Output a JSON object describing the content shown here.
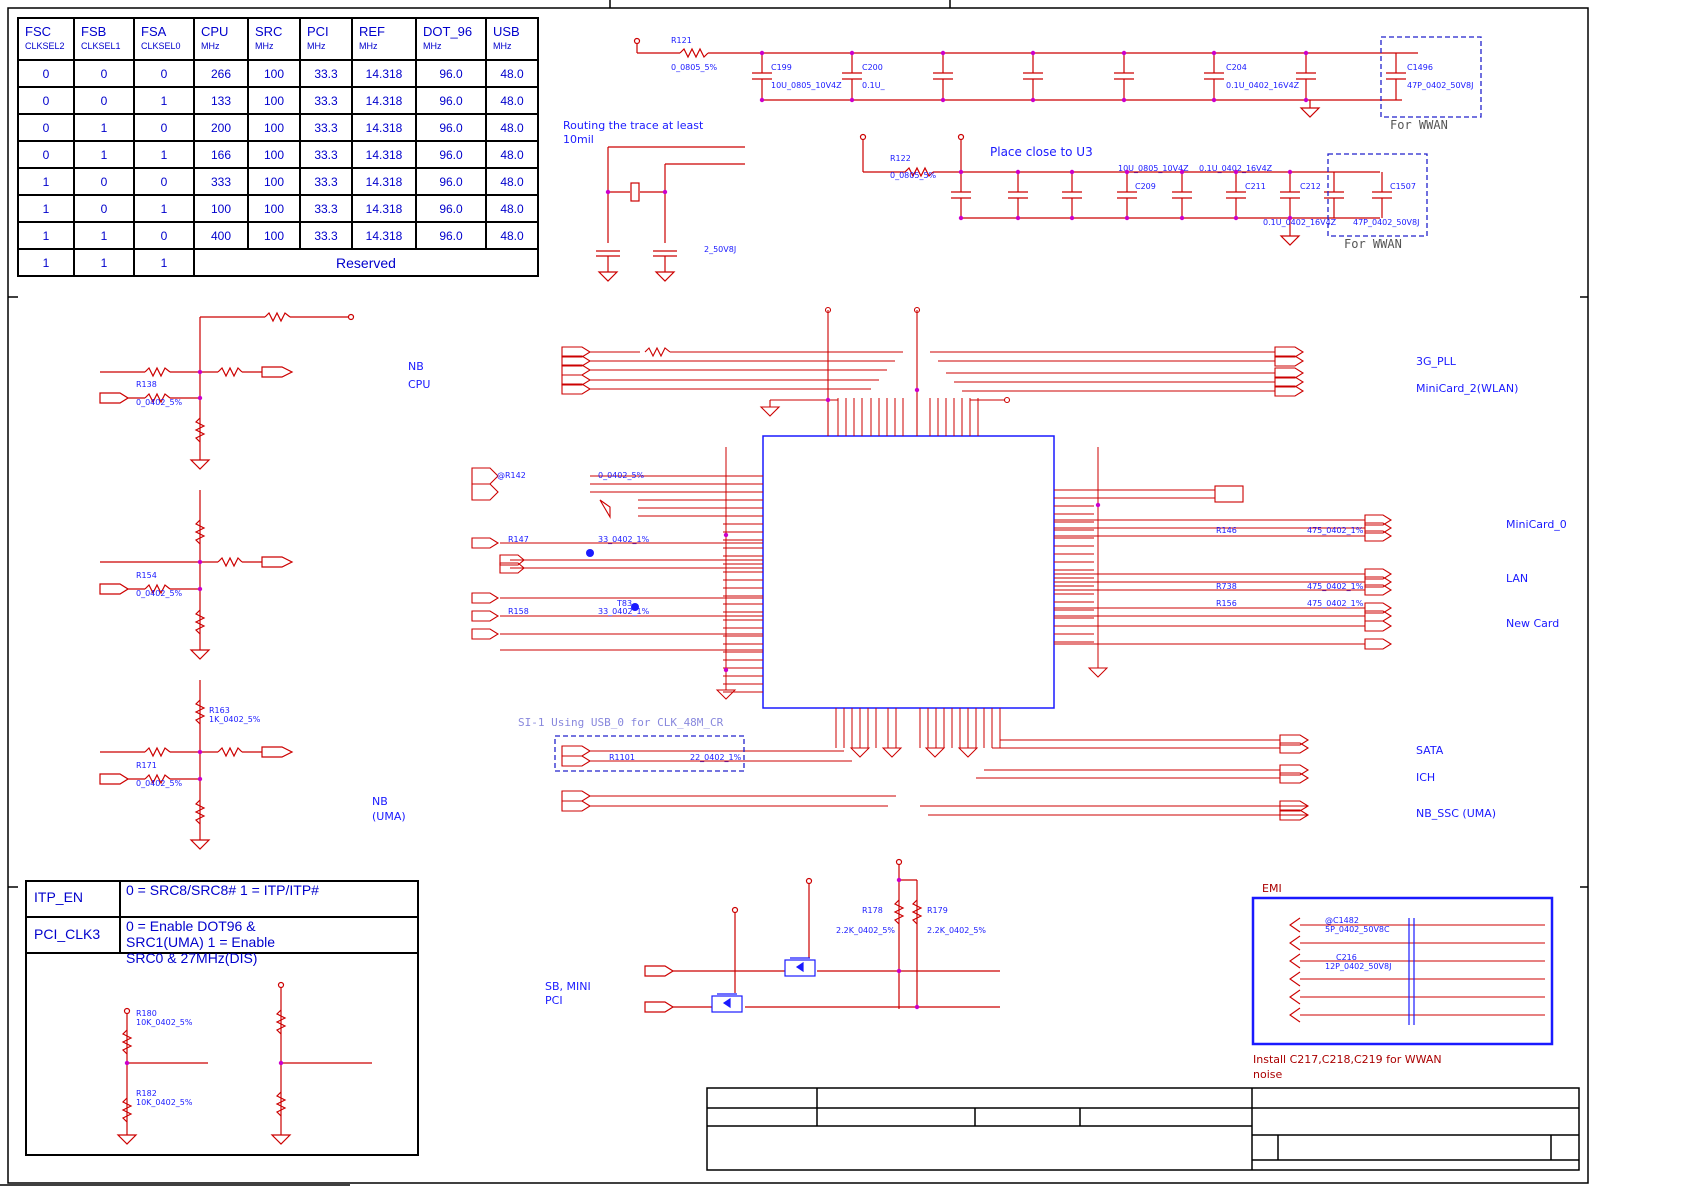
{
  "freq_table": {
    "headers": [
      {
        "main": "FSC",
        "sub": "CLKSEL2"
      },
      {
        "main": "FSB",
        "sub": "CLKSEL1"
      },
      {
        "main": "FSA",
        "sub": "CLKSEL0"
      },
      {
        "main": "CPU",
        "sub": "MHz"
      },
      {
        "main": "SRC",
        "sub": "MHz"
      },
      {
        "main": "PCI",
        "sub": "MHz"
      },
      {
        "main": "REF",
        "sub": "MHz"
      },
      {
        "main": "DOT_96",
        "sub": "MHz"
      },
      {
        "main": "USB",
        "sub": "MHz"
      }
    ],
    "rows": [
      [
        "0",
        "0",
        "0",
        "266",
        "100",
        "33.3",
        "14.318",
        "96.0",
        "48.0"
      ],
      [
        "0",
        "0",
        "1",
        "133",
        "100",
        "33.3",
        "14.318",
        "96.0",
        "48.0"
      ],
      [
        "0",
        "1",
        "0",
        "200",
        "100",
        "33.3",
        "14.318",
        "96.0",
        "48.0"
      ],
      [
        "0",
        "1",
        "1",
        "166",
        "100",
        "33.3",
        "14.318",
        "96.0",
        "48.0"
      ],
      [
        "1",
        "0",
        "0",
        "333",
        "100",
        "33.3",
        "14.318",
        "96.0",
        "48.0"
      ],
      [
        "1",
        "0",
        "1",
        "100",
        "100",
        "33.3",
        "14.318",
        "96.0",
        "48.0"
      ],
      [
        "1",
        "1",
        "0",
        "400",
        "100",
        "33.3",
        "14.318",
        "96.0",
        "48.0"
      ]
    ],
    "last_row": {
      "fsc": "1",
      "fsb": "1",
      "fsa": "1",
      "reserved": "Reserved"
    }
  },
  "itp_table": {
    "rows": [
      {
        "name": "ITP_EN",
        "value": "0 = SRC8/SRC8# 1 = ITP/ITP#"
      },
      {
        "name": "PCI_CLK3",
        "value": "0 = Enable DOT96 & SRC1(UMA) 1 = Enable SRC0 & 27MHz(DIS)"
      }
    ]
  },
  "labels": {
    "routing_note": "Routing the trace at least 10mil",
    "place_close": "Place close to U3",
    "for_wwan_1": "For WWAN",
    "for_wwan_2": "For WWAN",
    "si_note": "SI-1 Using USB_0 for CLK_48M_CR",
    "emi": "EMI",
    "emi_note": "Install C217,C218,C219 for WWAN noise",
    "nb_cpu_1": "NB",
    "nb_cpu_2": "CPU",
    "nb_uma_1": "NB",
    "nb_uma_2": "(UMA)",
    "sb_mini_1": "SB, MINI",
    "sb_mini_2": "PCI",
    "pll_3g": "3G_PLL",
    "minicard2": "MiniCard_2(WLAN)",
    "minicard0": "MiniCard_0",
    "lan": "LAN",
    "newcard": "New Card",
    "sata": "SATA",
    "ich": "ICH",
    "nb_ssc": "NB_SSC (UMA)"
  },
  "refdes": {
    "r121": "R121",
    "r121_val": "0_0805_5%",
    "c199": "C199",
    "c199_val": "10U_0805_10V4Z",
    "c200": "C200",
    "c200_val": "0.1U_",
    "c204": "C204",
    "c204_val": "0.1U_0402_16V4Z",
    "c1496": "C1496",
    "c1496_val": "47P_0402_50V8J",
    "r122": "R122",
    "r122_val": "0_0805_5%",
    "c209": "C209",
    "c209_val": "10U_0805_10V4Z",
    "c211": "C211",
    "c211_val": "0.1U_0402_16V4Z",
    "c212": "C212",
    "c212_val": "0.1U_0402_16V4Z",
    "c1507": "C1507",
    "c1507_val": "47P_0402_50V8J",
    "xtal_val": "2_50V8J",
    "r138": "R138",
    "r138_val": "0_0402_5%",
    "r154": "R154",
    "r154_val": "0_0402_5%",
    "r163": "R163",
    "r163_val": "1K_0402_5%",
    "r171": "R171",
    "r171_val": "0_0402_5%",
    "r142": "@R142",
    "r142_val": "0_0402_5%",
    "r147": "R147",
    "r147_val": "33_0402_1%",
    "t83": "T83",
    "r158": "R158",
    "r158_val": "33_0402_1%",
    "r146": "R146",
    "r146_val": "475_0402_1%",
    "r738": "R738",
    "r738_val": "475_0402_1%",
    "r156": "R156",
    "r156_val": "475_0402_1%",
    "r1101": "R1101",
    "r1101_val": "22_0402_1%",
    "r178": "R178",
    "r178_val": "2.2K_0402_5%",
    "r179": "R179",
    "r179_val": "2.2K_0402_5%",
    "r180": "R180",
    "r180_val": "10K_0402_5%",
    "r182": "R182",
    "r182_val": "10K_0402_5%",
    "c1482": "@C1482",
    "c1482_val": "5P_0402_50V8C",
    "c216": "C216",
    "c216_val": "12P_0402_50V8J"
  },
  "colors": {
    "wire": "#cc0000",
    "text_blue": "#1a1aff",
    "net_dot": "#cc00cc",
    "frame": "#000000"
  }
}
